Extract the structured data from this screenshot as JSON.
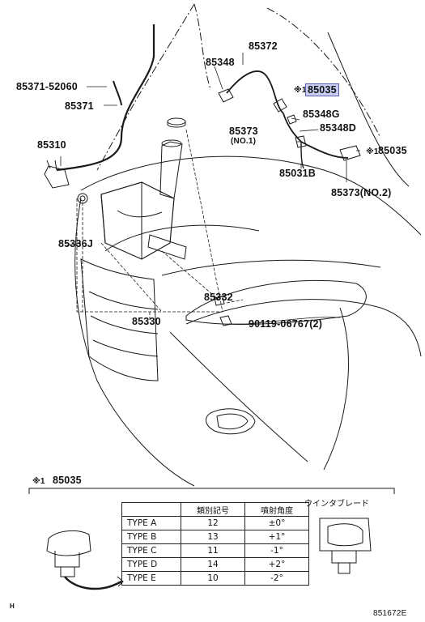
{
  "labels": {
    "p85372": "85372",
    "p85348": "85348",
    "p85035_hl": "85035",
    "p85035_hl_mark": "※1",
    "p85371_52060": "85371-52060",
    "p85371": "85371",
    "p85348g": "85348G",
    "p85373": "85373",
    "p85373_no1": "(NO.1)",
    "p85348d": "85348D",
    "p85310": "85310",
    "p85035_right": "85035",
    "p85035_right_mark": "※1",
    "p85031b": "85031B",
    "p85373_no2": "85373(NO.2)",
    "p85336j": "85336J",
    "p85332": "85332",
    "p85330": "85330",
    "p90119": "90119-06767(2)"
  },
  "detail": {
    "mark": "※1",
    "part": "85035",
    "wiper_blade_label": "ウインタブレード",
    "table": {
      "headers": [
        "",
        "類別記号",
        "噴射角度"
      ],
      "rows": [
        [
          "TYPE A",
          "12",
          "±0°"
        ],
        [
          "TYPE B",
          "13",
          "+1°"
        ],
        [
          "TYPE C",
          "11",
          "-1°"
        ],
        [
          "TYPE D",
          "14",
          "+2°"
        ],
        [
          "TYPE E",
          "10",
          "-2°"
        ]
      ]
    }
  },
  "footer": {
    "left_mark": "H",
    "figure_code": "851672E"
  },
  "colors": {
    "line": "#1a1a1a",
    "highlight_fill": "#c8cdf4",
    "highlight_border": "#5a5fb5"
  }
}
